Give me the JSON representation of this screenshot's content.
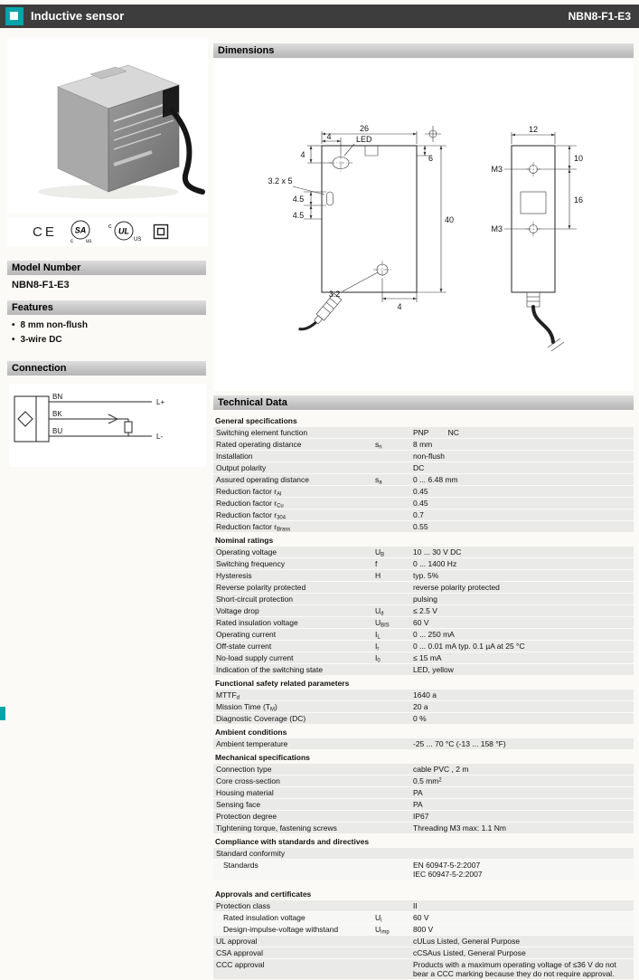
{
  "header": {
    "title": "Inductive sensor",
    "model": "NBN8-F1-E3"
  },
  "sidebar": {
    "model_number_title": "Model Number",
    "model_number": "NBN8-F1-E3",
    "features_title": "Features",
    "features": [
      "8 mm non-flush",
      "3-wire DC"
    ],
    "connection": {
      "title": "Connection",
      "bn": "BN",
      "bk": "BK",
      "bu": "BU",
      "lplus": "L+",
      "lminus": "L-"
    },
    "marks": {
      "ce": "CE",
      "csa_c": "c",
      "csa_sa": "SA",
      "csa_us": "us",
      "ul_c": "c",
      "ul": "UL",
      "ul_us": "US"
    }
  },
  "dimensions": {
    "title": "Dimensions",
    "front": {
      "width": "26",
      "led_offset": "4",
      "led": "LED",
      "side_offset": "4",
      "slot": "3.2 x 5",
      "pitch1": "4.5",
      "pitch2": "4.5",
      "height": "40",
      "notch": "6",
      "hole": "3.2",
      "hole_offset": "4"
    },
    "side": {
      "width": "12",
      "hole1_offset": "10",
      "m3_top": "M3",
      "m3_bottom": "M3",
      "hole_pitch": "16"
    }
  },
  "technical_data": {
    "title": "Technical Data",
    "sections": [
      {
        "header": "General specifications",
        "rows": [
          {
            "label": "Switching element function",
            "value": "PNP         NC"
          },
          {
            "label": "Rated operating distance",
            "sym": "s~n~",
            "value": "8 mm"
          },
          {
            "label": "Installation",
            "value": "non-flush"
          },
          {
            "label": "Output polarity",
            "value": "DC"
          },
          {
            "label": "Assured operating distance",
            "sym": "s~a~",
            "value": "0 ... 6.48 mm"
          },
          {
            "label": "Reduction factor r~Al~",
            "value": "0.45"
          },
          {
            "label": "Reduction factor r~Cu~",
            "value": "0.45"
          },
          {
            "label": "Reduction factor r~304~",
            "value": "0.7"
          },
          {
            "label": "Reduction factor r~Brass~",
            "value": "0.55"
          }
        ]
      },
      {
        "header": "Nominal ratings",
        "rows": [
          {
            "label": "Operating voltage",
            "sym": "U~B~",
            "value": "10 ... 30 V DC"
          },
          {
            "label": "Switching frequency",
            "sym": "f",
            "value": "0 ... 1400 Hz"
          },
          {
            "label": "Hysteresis",
            "sym": "H",
            "value": "typ. 5%"
          },
          {
            "label": "Reverse polarity protected",
            "value": "reverse polarity protected"
          },
          {
            "label": "Short-circuit protection",
            "value": "pulsing"
          },
          {
            "label": "Voltage drop",
            "sym": "U~d~",
            "value": "≤ 2.5 V"
          },
          {
            "label": "Rated insulation voltage",
            "sym": "U~BIS~",
            "value": "60 V"
          },
          {
            "label": "Operating current",
            "sym": "I~L~",
            "value": "0 ... 250 mA"
          },
          {
            "label": "Off-state current",
            "sym": "I~r~",
            "value": "0 ... 0.01 mA typ. 0.1 µA at 25 °C"
          },
          {
            "label": "No-load supply current",
            "sym": "I~0~",
            "value": "≤ 15 mA"
          },
          {
            "label": "Indication of the switching state",
            "value": "LED, yellow"
          }
        ]
      },
      {
        "header": "Functional safety related parameters",
        "rows": [
          {
            "label": "MTTF~d~",
            "value": "1640 a"
          },
          {
            "label": "Mission Time (T~M~)",
            "value": "20 a"
          },
          {
            "label": "Diagnostic Coverage (DC)",
            "value": "0 %"
          }
        ]
      },
      {
        "header": "Ambient conditions",
        "rows": [
          {
            "label": "Ambient temperature",
            "value": "-25 ... 70 °C (-13 ... 158 °F)"
          }
        ]
      },
      {
        "header": "Mechanical specifications",
        "rows": [
          {
            "label": "Connection type",
            "value": "cable PVC , 2 m"
          },
          {
            "label": "Core cross-section",
            "value": "0.5 mm^2^"
          },
          {
            "label": "Housing material",
            "value": "PA"
          },
          {
            "label": "Sensing face",
            "value": "PA"
          },
          {
            "label": "Protection degree",
            "value": "IP67"
          },
          {
            "label": "Tightening torque, fastening screws",
            "value": "Threading M3 max: 1.1 Nm"
          }
        ]
      },
      {
        "header": "Compliance with standards and directives",
        "rows": [
          {
            "label": "Standard conformity"
          },
          {
            "label": "Standards",
            "indent": true,
            "light": true,
            "value": "EN 60947-5-2:2007\nIEC 60947-5-2:2007"
          }
        ]
      },
      {
        "header": "Approvals and certificates",
        "gap": true,
        "rows": [
          {
            "label": "Protection class",
            "value": "II"
          },
          {
            "label": "Rated insulation voltage",
            "sym": "U~i~",
            "value": "60 V",
            "indent": true,
            "light": true
          },
          {
            "label": "Design-impulse-voltage withstand",
            "sym": "U~imp~",
            "value": "800 V",
            "indent": true,
            "light": true
          },
          {
            "label": "UL approval",
            "value": "cULus Listed, General Purpose"
          },
          {
            "label": "CSA approval",
            "value": "cCSAus Listed, General Purpose"
          },
          {
            "label": "CCC approval",
            "value": "Products with a maximum operating voltage of ≤36 V do not bear a CCC marking because they do not require approval."
          }
        ]
      }
    ]
  }
}
